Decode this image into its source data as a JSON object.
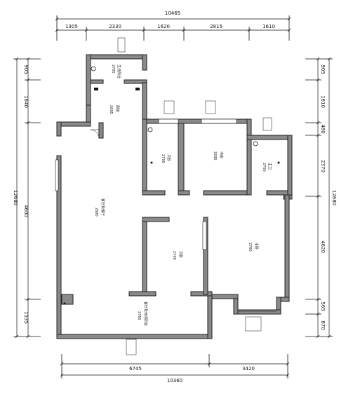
{
  "dimensions": {
    "top_total": "10465",
    "top_segments": [
      "1305",
      "2330",
      "1620",
      "2815",
      "1610"
    ],
    "left_total": "12680",
    "left_segments": [
      "905",
      "1640",
      "4600",
      "1535"
    ],
    "right_total": "12680",
    "right_segments": [
      "905",
      "1610",
      "480",
      "2370",
      "4620",
      "565",
      "870"
    ],
    "bottom_segments": [
      "6745",
      "3420"
    ],
    "bottom_total": "10360"
  },
  "rooms": [
    {
      "name": "生活阳台",
      "height": "2705"
    },
    {
      "name": "厨房",
      "height": "2695"
    },
    {
      "name": "次卧",
      "height": "2700"
    },
    {
      "name": "书房",
      "height": "2695"
    },
    {
      "name": "主卫",
      "height": "2700"
    },
    {
      "name": "客厅及餐厅",
      "height": "2680"
    },
    {
      "name": "次卧",
      "height": "2700"
    },
    {
      "name": "主卧",
      "height": "2700"
    },
    {
      "name": "客厅及休闲阳台",
      "height": "2765"
    }
  ],
  "colors": {
    "wall": "#8a8a8a",
    "line": "#111111",
    "accent": "#2a6a9a"
  }
}
